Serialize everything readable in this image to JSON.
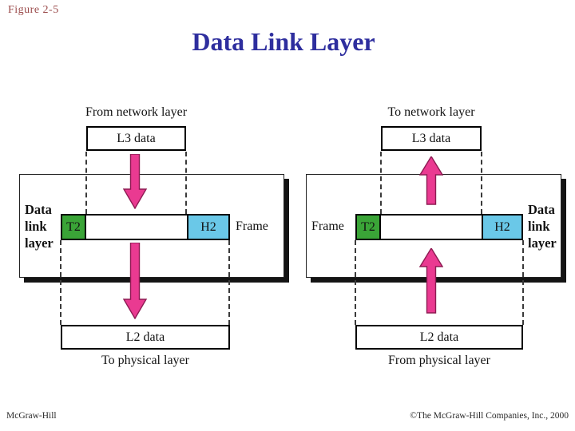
{
  "figure_label": "Figure  2-5",
  "title": "Data Link Layer",
  "colors": {
    "title-blue": "#2e2e9e",
    "figure-red": "#9a4a4a",
    "arrow-pink": "#ea3a91",
    "arrow-stroke": "#8d1b52",
    "t2-green": "#3aa437",
    "h2-cyan": "#6ac8e8"
  },
  "diagrams": [
    {
      "id": "send-side",
      "top_label": "From network layer",
      "l3_label": "L3 data",
      "side_label": "Data\nlink\nlayer",
      "trailer_label": "T2",
      "header_label": "H2",
      "frame_label": "Frame",
      "l2_label": "L2 data",
      "bottom_label": "To physical layer",
      "arrow_direction": "down"
    },
    {
      "id": "receive-side",
      "top_label": "To network layer",
      "l3_label": "L3 data",
      "side_label": "Data\nlink\nlayer",
      "trailer_label": "T2",
      "header_label": "H2",
      "frame_label": "Frame",
      "l2_label": "L2 data",
      "bottom_label": "From physical layer",
      "arrow_direction": "up"
    }
  ],
  "footer": {
    "left": "McGraw-Hill",
    "right": "©The McGraw-Hill Companies, Inc., 2000"
  }
}
